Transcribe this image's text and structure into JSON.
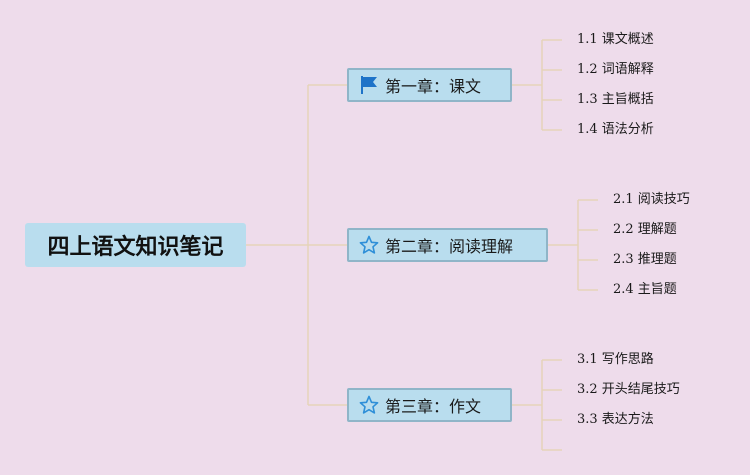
{
  "mindmap": {
    "root": {
      "label": "四上语文知识笔记"
    },
    "chapters": [
      {
        "label": "第一章：课文",
        "icon": "flag-icon",
        "items": [
          "1.1 课文概述",
          "1.2 词语解释",
          "1.3 主旨概括",
          "1.4 语法分析"
        ]
      },
      {
        "label": "第二章：阅读理解",
        "icon": "star-icon",
        "items": [
          "2.1 阅读技巧",
          "2.2 理解题",
          "2.3 推理题",
          "2.4 主旨题"
        ]
      },
      {
        "label": "第三章：作文",
        "icon": "star-icon",
        "items": [
          "3.1 写作思路",
          "3.2 开头结尾技巧",
          "3.3 表达方法"
        ]
      }
    ]
  },
  "colors": {
    "background": "#EEDCEB",
    "node_fill": "#B9DDEE",
    "node_border": "#8FB5C8",
    "connector": "#E6D3B9",
    "flag": "#1E73C8",
    "star": "#2E8FD8"
  }
}
